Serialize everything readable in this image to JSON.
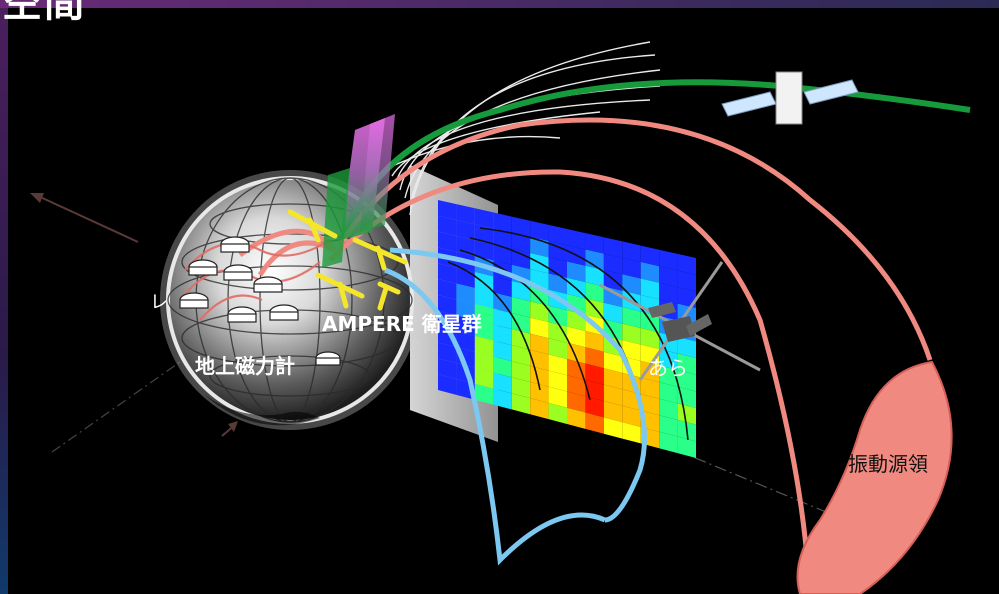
{
  "title_fragment": "空間",
  "labels": {
    "ampere_satellites": "AMPERE 衛星群",
    "ground_magnetometers": "地上磁力計",
    "arase": "あら",
    "source_region": "振動源領",
    "left_frag": "レ"
  },
  "colors": {
    "field_line_pink": "#f08a80",
    "field_line_blue": "#7cc8f0",
    "green_orbit": "#159a3c",
    "yellow_satellite": "#f4e62a"
  }
}
